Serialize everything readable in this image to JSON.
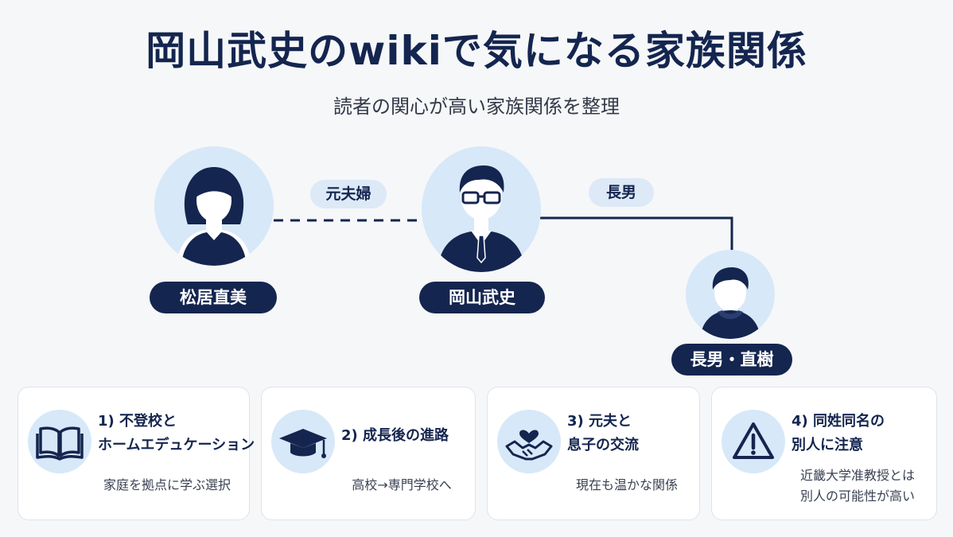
{
  "header": {
    "title": "岡山武史のwikiで気になる家族関係",
    "subtitle": "読者の関心が高い家族関係を整理"
  },
  "people": {
    "ex_wife": {
      "name": "松居直美",
      "icon": "woman-avatar-icon"
    },
    "self": {
      "name": "岡山武史",
      "icon": "man-glasses-suit-avatar-icon"
    },
    "son": {
      "name": "長男・直樹",
      "icon": "boy-hoodie-avatar-icon"
    }
  },
  "relations": {
    "ex_spouse": "元夫婦",
    "eldest_son": "長男"
  },
  "cards": [
    {
      "heading_line1": "1) 不登校と",
      "heading_line2": "ホームエデュケーション",
      "desc_line1": "家庭を拠点に学ぶ選択",
      "desc_line2": "",
      "icon": "open-book-icon"
    },
    {
      "heading_line1": "2) 成長後の進路",
      "heading_line2": "",
      "desc_line1": "高校→専門学校へ",
      "desc_line2": "",
      "icon": "graduation-cap-icon"
    },
    {
      "heading_line1": "3) 元夫と",
      "heading_line2": "息子の交流",
      "desc_line1": "現在も温かな関係",
      "desc_line2": "",
      "icon": "heart-handshake-icon"
    },
    {
      "heading_line1": "4) 同姓同名の",
      "heading_line2": "別人に注意",
      "desc_line1": "近畿大学准教授とは",
      "desc_line2": "別人の可能性が高い",
      "icon": "warning-triangle-icon"
    }
  ],
  "colors": {
    "navy": "#14254f",
    "light_blue": "#d7e8f8",
    "pill_blue": "#dde9f6",
    "background": "#f6f7f9"
  }
}
